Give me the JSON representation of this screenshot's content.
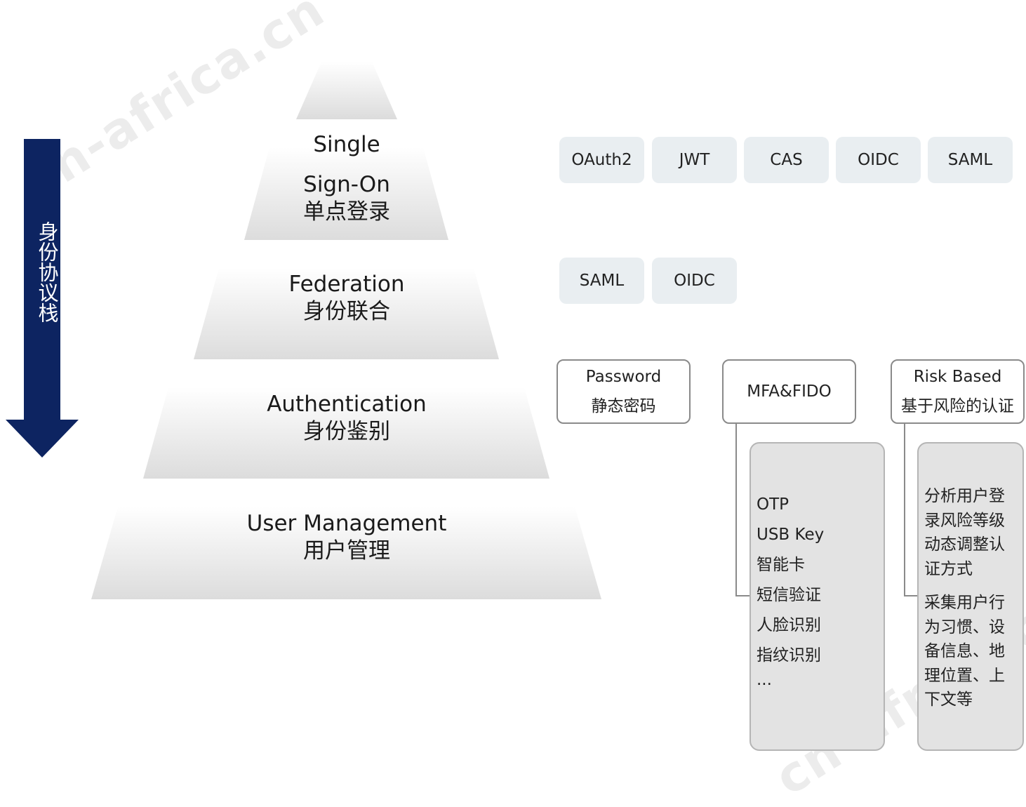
{
  "watermark": "cn-africa.cn",
  "stack": {
    "label": "身份协议栈",
    "color": "#0d2461"
  },
  "pyramid": {
    "layers": [
      {
        "en_1": "Single",
        "en_2": "Sign-On",
        "zh": "单点登录"
      },
      {
        "en": "Federation",
        "zh": "身份联合"
      },
      {
        "en": "Authentication",
        "zh": "身份鉴别"
      },
      {
        "en": "User Management",
        "zh": "用户管理"
      }
    ]
  },
  "sso_protocols": [
    "OAuth2",
    "JWT",
    "CAS",
    "OIDC",
    "SAML"
  ],
  "federation_protocols": [
    "SAML",
    "OIDC"
  ],
  "auth_methods": {
    "password": {
      "en": "Password",
      "zh": "静态密码"
    },
    "mfa": {
      "en": "MFA&FIDO"
    },
    "risk": {
      "en": "Risk Based",
      "zh": "基于风险的认证"
    }
  },
  "mfa_details": [
    "OTP",
    "USB Key",
    "智能卡",
    "短信验证",
    "人脸识别",
    "指纹识别",
    "..."
  ],
  "risk_details": {
    "para1": [
      "分析用户登",
      "录风险等级",
      "动态调整认",
      "证方式"
    ],
    "para2": [
      "采集用户行",
      "为习惯、设",
      "备信息、地",
      "理位置、上",
      "下文等"
    ]
  },
  "colors": {
    "pill_bg": "#e9eef1",
    "box_border": "#8a8a8a",
    "detail_bg": "#e3e3e3"
  }
}
